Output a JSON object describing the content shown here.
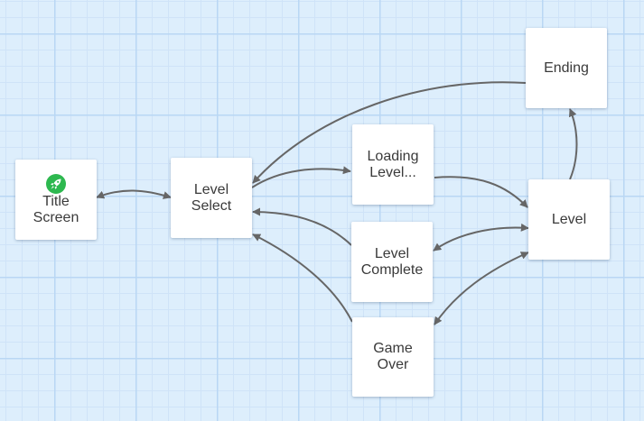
{
  "diagram": {
    "nodes": [
      {
        "id": "title-screen",
        "label": "Title\nScreen",
        "start_icon": "rocket-icon"
      },
      {
        "id": "level-select",
        "label": "Level\nSelect"
      },
      {
        "id": "loading-level",
        "label": "Loading\nLevel..."
      },
      {
        "id": "level-complete",
        "label": "Level\nComplete"
      },
      {
        "id": "game-over",
        "label": "Game\nOver"
      },
      {
        "id": "level",
        "label": "Level"
      },
      {
        "id": "ending",
        "label": "Ending"
      }
    ],
    "edges": [
      {
        "from": "title-screen",
        "to": "level-select",
        "bidirectional": true
      },
      {
        "from": "level-select",
        "to": "loading-level",
        "bidirectional": false
      },
      {
        "from": "loading-level",
        "to": "level",
        "bidirectional": false
      },
      {
        "from": "level",
        "to": "ending",
        "bidirectional": false
      },
      {
        "from": "ending",
        "to": "level-select",
        "bidirectional": false
      },
      {
        "from": "level",
        "to": "level-complete",
        "bidirectional": true
      },
      {
        "from": "level-complete",
        "to": "level-select",
        "bidirectional": false
      },
      {
        "from": "level",
        "to": "game-over",
        "bidirectional": true
      },
      {
        "from": "game-over",
        "to": "level-select",
        "bidirectional": false
      }
    ]
  },
  "colors": {
    "background": "#ddeefc",
    "grid_major": "#b9d7f4",
    "grid_minor": "#cfe3f8",
    "node_fill": "#ffffff",
    "node_text": "#3a3a3a",
    "edge": "#666666",
    "start_badge": "#2db84f"
  }
}
